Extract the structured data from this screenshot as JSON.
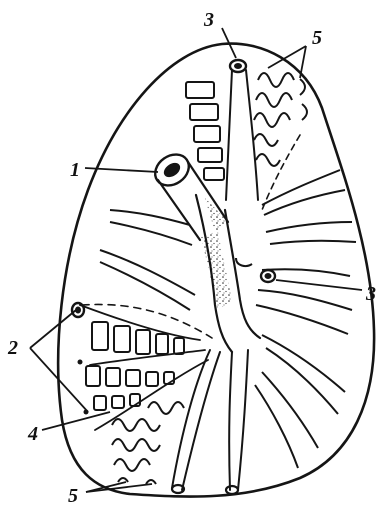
{
  "labels": {
    "l1": "1",
    "l2": "2",
    "l3_top": "3",
    "l3_right": "3",
    "l4": "4",
    "l5_top": "5",
    "l5_bottom": "5"
  },
  "colors": {
    "ink": "#151515",
    "paper": "#ffffff"
  }
}
